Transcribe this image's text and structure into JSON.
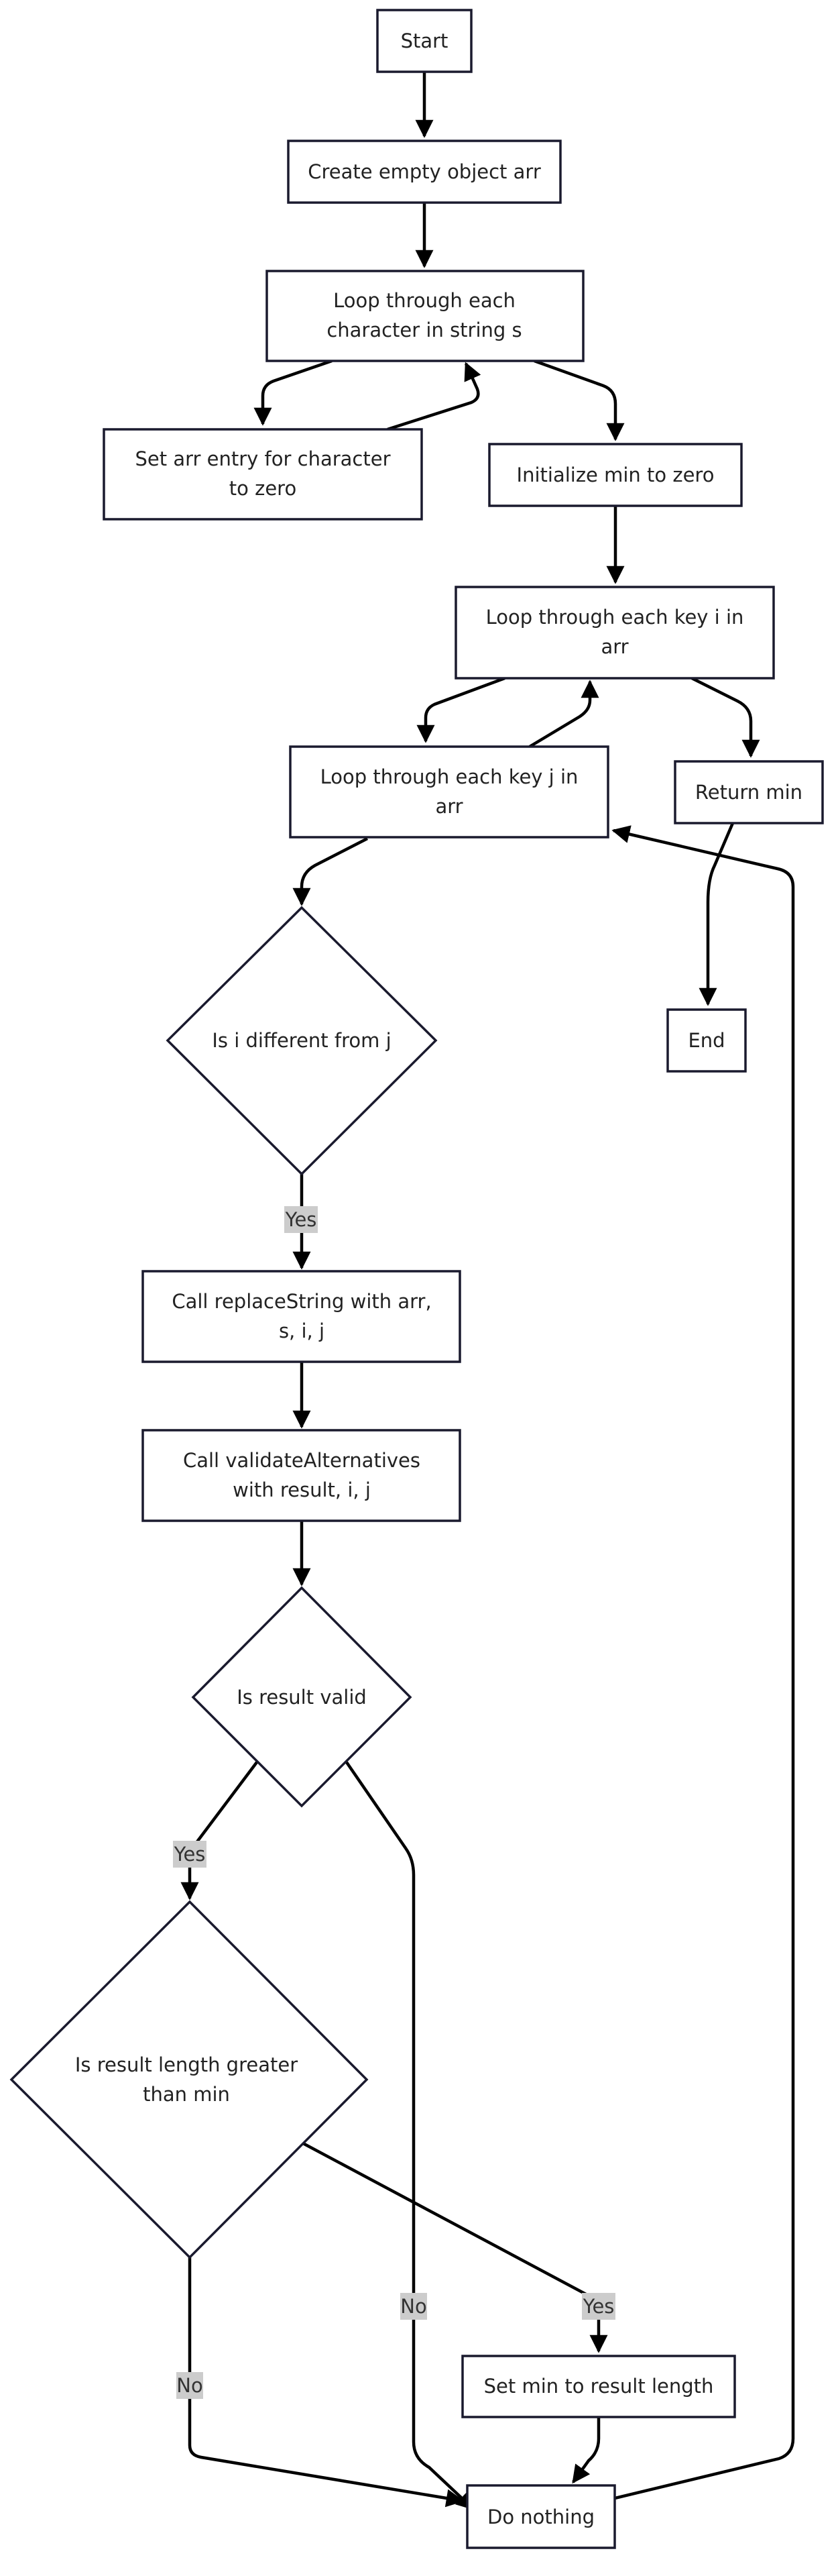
{
  "diagram": {
    "type": "flowchart",
    "nodes": {
      "start": {
        "lines": [
          "Start"
        ]
      },
      "create_arr": {
        "lines": [
          "Create empty object arr"
        ]
      },
      "loop_chars": {
        "lines": [
          "Loop through each",
          "character in string s"
        ]
      },
      "set_entry": {
        "lines": [
          "Set arr entry for character",
          "to zero"
        ]
      },
      "init_min": {
        "lines": [
          "Initialize min to zero"
        ]
      },
      "loop_i": {
        "lines": [
          "Loop through each key i in",
          "arr"
        ]
      },
      "loop_j": {
        "lines": [
          "Loop through each key j in",
          "arr"
        ]
      },
      "return_min": {
        "lines": [
          "Return min"
        ]
      },
      "end": {
        "lines": [
          "End"
        ]
      },
      "is_diff": {
        "lines": [
          "Is i different from j"
        ]
      },
      "call_replace": {
        "lines": [
          "Call replaceString with arr,",
          "s, i, j"
        ]
      },
      "call_validate": {
        "lines": [
          "Call validateAlternatives",
          "with result, i, j"
        ]
      },
      "is_valid": {
        "lines": [
          "Is result valid"
        ]
      },
      "is_greater": {
        "lines": [
          "Is result length greater",
          "than min"
        ]
      },
      "set_min": {
        "lines": [
          "Set min to result length"
        ]
      },
      "do_nothing": {
        "lines": [
          "Do nothing"
        ]
      }
    },
    "edge_labels": {
      "diff_yes": "Yes",
      "valid_yes": "Yes",
      "valid_no": "No",
      "greater_yes": "Yes",
      "greater_no": "No"
    }
  }
}
